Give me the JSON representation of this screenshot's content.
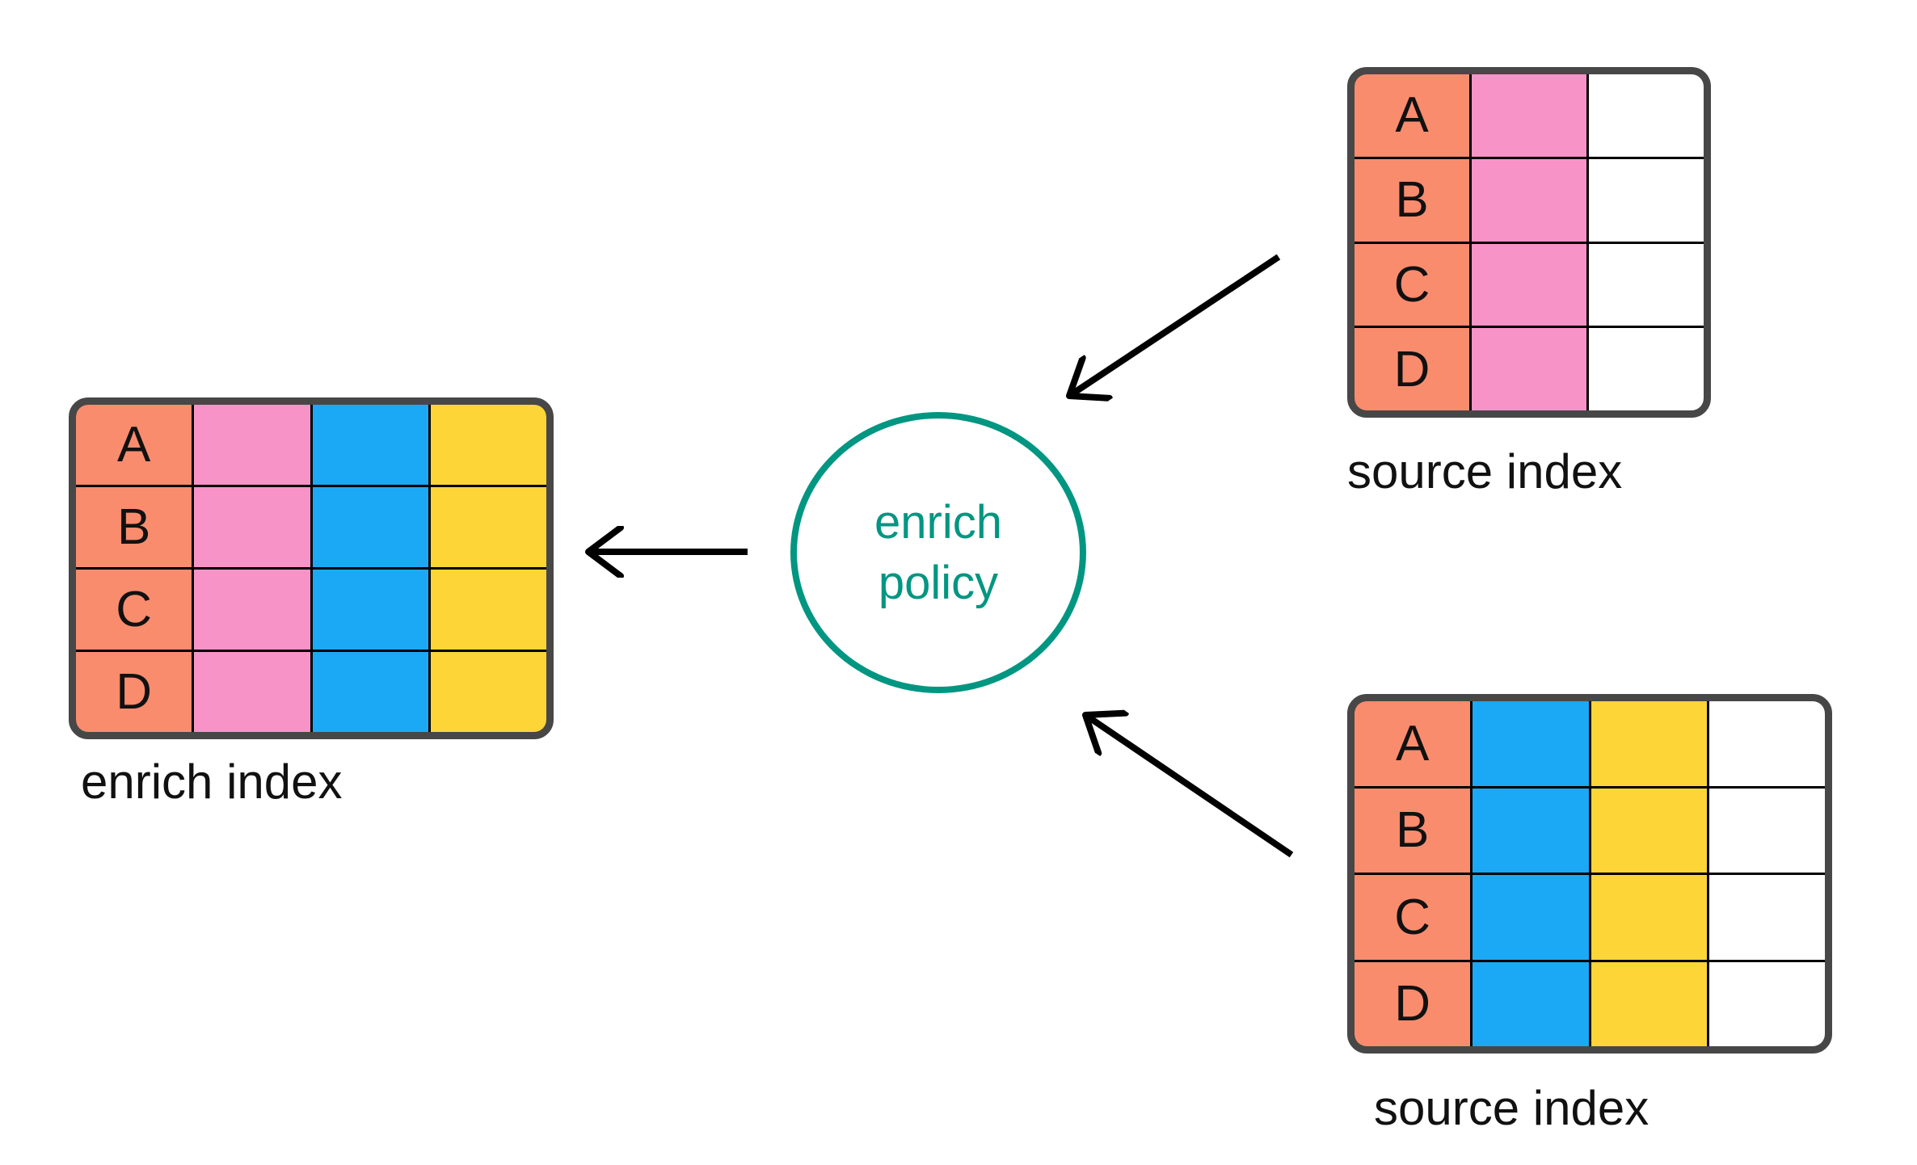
{
  "diagram": {
    "enrich_policy": {
      "line1": "enrich",
      "line2": "policy"
    },
    "tables": [
      {
        "id": "enrich-index",
        "label": "enrich index",
        "row_labels": [
          "A",
          "B",
          "C",
          "D"
        ],
        "columns": [
          "salmon",
          "pink",
          "blue",
          "yellow"
        ]
      },
      {
        "id": "source-index-top",
        "label": "source index",
        "row_labels": [
          "A",
          "B",
          "C",
          "D"
        ],
        "columns": [
          "salmon",
          "pink",
          "white"
        ]
      },
      {
        "id": "source-index-bottom",
        "label": "source index",
        "row_labels": [
          "A",
          "B",
          "C",
          "D"
        ],
        "columns": [
          "salmon",
          "blue",
          "yellow",
          "white"
        ]
      }
    ],
    "colors": {
      "salmon": "#FA8C6E",
      "pink": "#F893C8",
      "blue": "#1BA9F5",
      "yellow": "#FED537",
      "white": "#FFFFFF",
      "teal": "#009681",
      "border": "#474747",
      "line": "#000000",
      "text": "#111111",
      "background": "#FFFFFF"
    }
  }
}
